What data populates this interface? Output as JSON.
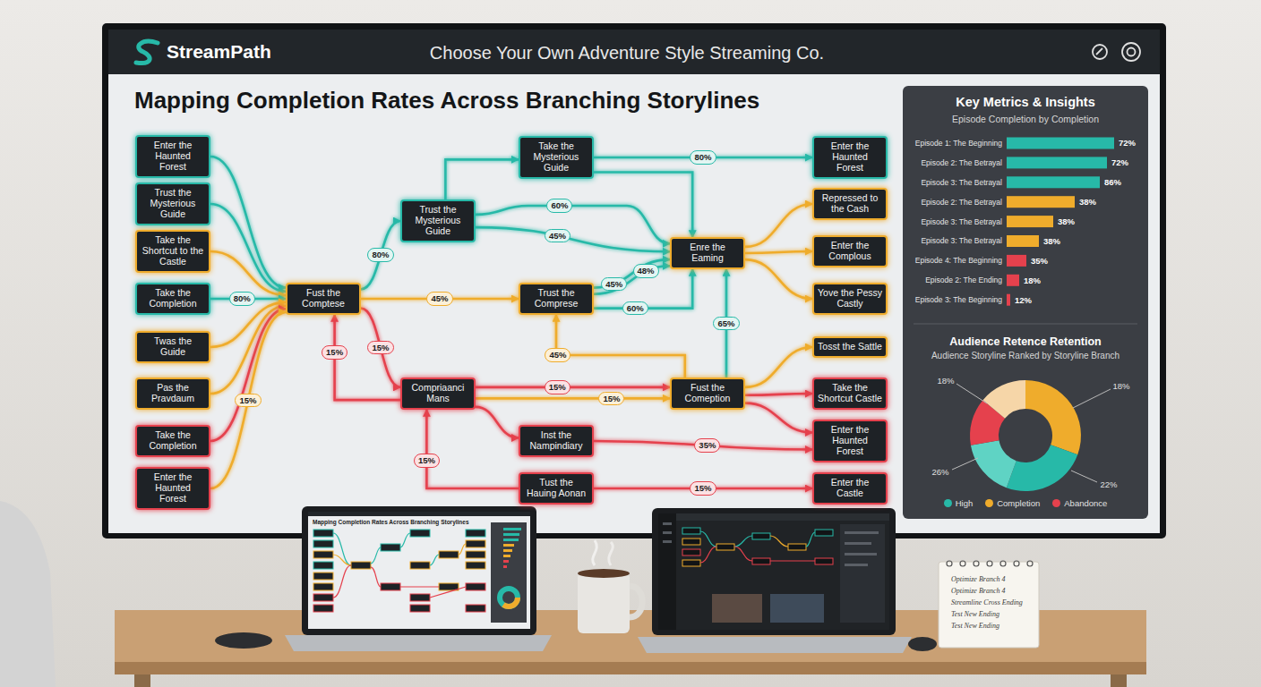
{
  "diagram": {
    "title": "Mapping Completion Rates Across Branching Storylines",
    "nodes": [
      {
        "text": [
          "Enter the Haunted Forest"
        ]
      },
      {
        "text": [
          "Trust the Mysterious Guide"
        ]
      },
      {
        "text": [
          "Take the Shortcut to the Castle"
        ]
      },
      {
        "text": [
          "Take the Completion"
        ]
      },
      {
        "text": [
          "Twas the Guide"
        ]
      },
      {
        "text": [
          "Pas the Pravdaum"
        ]
      },
      {
        "text": [
          "Take the Completion"
        ]
      },
      {
        "text": [
          "Enter the Haunted Forest"
        ]
      },
      {
        "text": [
          "Fust the Comptese"
        ]
      },
      {
        "text": [
          "Trust the Mysterious Guide"
        ]
      },
      {
        "text": [
          "Compriaanci Mans"
        ]
      },
      {
        "text": [
          "Take the Mysterious Guide"
        ]
      },
      {
        "text": [
          "Trust the Comprese"
        ]
      },
      {
        "text": [
          "Inst the Nampindiary"
        ]
      },
      {
        "text": [
          "Tust the Hauing Aonan"
        ]
      },
      {
        "text": [
          "Enre the Eaming"
        ]
      },
      {
        "text": [
          "Fust the Comeption"
        ]
      },
      {
        "text": [
          "Enter the Haunted Forest"
        ]
      },
      {
        "text": [
          "Repressed to the Cash"
        ]
      },
      {
        "text": [
          "Enter the Complous"
        ]
      },
      {
        "text": [
          "Yove the Pessy Castly"
        ]
      },
      {
        "text": [
          "Tosst the Sattle"
        ]
      },
      {
        "text": [
          "Take the Shortcut Castle"
        ]
      },
      {
        "text": [
          "Enter the Haunted Forest"
        ]
      },
      {
        "text": [
          "Enter the Castle"
        ]
      }
    ],
    "edges": [
      {
        "from": 0,
        "to": 8,
        "arrow": "to"
      },
      {
        "from": 1,
        "to": 8,
        "arrow": "to"
      },
      {
        "from": 2,
        "to": 8,
        "arrow": "to"
      },
      {
        "from": 3,
        "to": 8,
        "arrow": "to",
        "label": "80%"
      },
      {
        "from": 4,
        "to": 8,
        "arrow": "to"
      },
      {
        "from": 5,
        "to": 8,
        "arrow": "to"
      },
      {
        "from": 6,
        "to": 8,
        "arrow": "to"
      },
      {
        "from": 7,
        "to": 8,
        "arrow": "to",
        "label": "15%"
      },
      {
        "from": 8,
        "to": 9,
        "arrow": "to",
        "label": "80%"
      },
      {
        "from": 8,
        "to": 12,
        "arrow": "to",
        "label": "45%"
      },
      {
        "from": 8,
        "to": 10,
        "arrow": "to",
        "label": "15%"
      },
      {
        "from": 10,
        "to": 8,
        "arrow": "to",
        "label": "15%"
      },
      {
        "from": 9,
        "to": 11,
        "arrow": "to"
      },
      {
        "from": 9,
        "to": 15,
        "arrow": "to",
        "label": "60%"
      },
      {
        "from": 9,
        "to": 15,
        "arrow": "to",
        "label": "45%"
      },
      {
        "from": 12,
        "to": 15,
        "arrow": "to",
        "label": "45%"
      },
      {
        "from": 12,
        "to": 15,
        "arrow": "to",
        "label": "48%"
      },
      {
        "from": 12,
        "to": 15,
        "arrow": "to",
        "label": "60%"
      },
      {
        "from": 16,
        "to": 15,
        "arrow": "to",
        "label": "65%"
      },
      {
        "from": 16,
        "to": 12,
        "arrow": "to",
        "label": "45%"
      },
      {
        "from": 11,
        "to": 17,
        "arrow": "to",
        "label": "80%"
      },
      {
        "from": 11,
        "to": 15,
        "arrow": "to"
      },
      {
        "from": 15,
        "to": 18,
        "arrow": "to"
      },
      {
        "from": 15,
        "to": 19,
        "arrow": "to"
      },
      {
        "from": 15,
        "to": 20,
        "arrow": "to"
      },
      {
        "from": 10,
        "to": 16,
        "arrow": "to",
        "label": "15%"
      },
      {
        "from": 10,
        "to": 16,
        "arrow": "to",
        "label": "15%"
      },
      {
        "from": 10,
        "to": 13,
        "arrow": "to"
      },
      {
        "from": 14,
        "to": 10,
        "arrow": "to",
        "label": "15%"
      },
      {
        "from": 13,
        "to": 23,
        "arrow": "to",
        "label": "35%"
      },
      {
        "from": 14,
        "to": 24,
        "arrow": "to",
        "label": "15%"
      },
      {
        "from": 16,
        "to": 21,
        "arrow": "to"
      },
      {
        "from": 16,
        "to": 22,
        "arrow": "to"
      },
      {
        "from": 16,
        "to": 23,
        "arrow": "to"
      }
    ],
    "labels": [
      "StreamPath",
      "Choose Your Own Adventure Style Streaming Co.",
      "Key Metrics & Insights",
      "Episode Completion by Completion",
      "Episode 1: The Beginning",
      "72%",
      "Episode 2: The Betrayal",
      "72%",
      "Episode 3: The Betrayal",
      "86%",
      "Episode 2: The Betrayal",
      "38%",
      "Episode 3: The Betrayal",
      "38%",
      "Episode 3: The Betrayal",
      "38%",
      "Episode 4: The Beginning",
      "35%",
      "Episode 2: The Ending",
      "18%",
      "Episode 3: The Beginning",
      "12%",
      "Audience Retence Retention",
      "Audience Storyline Ranked by Storyline Branch",
      "18%",
      "18%",
      "26%",
      "22%",
      "Mapping Completion Rates Across Branching Storylines",
      "Optimize Branch 4",
      "Optimize Branch 4",
      "Streamline Cross Ending",
      "Test New Ending",
      "Test New Ending"
    ],
    "legend": [
      {
        "text": "High",
        "color": "#27b9a8"
      },
      {
        "text": "Completion",
        "color": "#efac2c"
      },
      {
        "text": "Abandonce",
        "color": "#e5414d"
      }
    ]
  }
}
